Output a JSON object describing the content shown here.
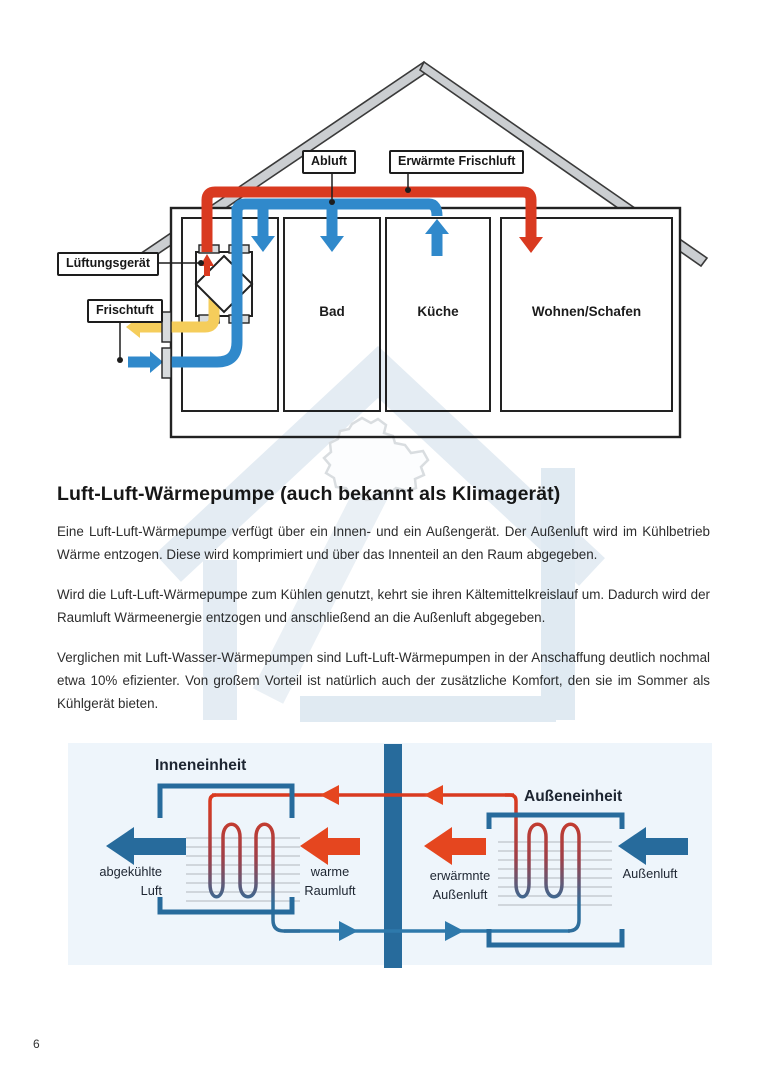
{
  "page": {
    "number": "6"
  },
  "house_diagram": {
    "callouts": {
      "abluft": "Abluft",
      "erwaermte_frischluft": "Erwärmte Frischluft",
      "lueftungsgeraet": "Lüftungsgerät",
      "frischtuft": "Frischtuft"
    },
    "rooms": [
      {
        "label": "Bad"
      },
      {
        "label": "Küche"
      },
      {
        "label": "Wohnen/Schafen"
      }
    ],
    "colors": {
      "warm_air": "#d93a20",
      "cold_air": "#3089cb",
      "exhaust_air": "#f5cd5b",
      "roof": "#cbced1"
    }
  },
  "article": {
    "heading": "Luft-Luft-Wärmepumpe (auch bekannt als Klimagerät)",
    "paragraphs": [
      "Eine Luft-Luft-Wärmepumpe verfügt über ein Innen- und ein Außengerät. Der Außenluft wird im Kühlbetrieb Wärme entzogen. Diese wird komprimiert und über das Innenteil an den Raum abgegeben.",
      "Wird die Luft-Luft-Wärmepumpe zum Kühlen genutzt, kehrt sie ihren Kältemittelkreislauf um. Dadurch wird der Raumluft Wärmeenergie entzogen und anschließend an die Außenluft abgegeben.",
      "Verglichen mit Luft-Wasser-Wärmepumpen sind Luft-Luft-Wärmepumpen in der Anschaffung deutlich nochmal etwa 10% efizienter. Von großem Vorteil ist natürlich auch der zusätzliche Komfort, den sie im Sommer als Kühlgerät bieten."
    ]
  },
  "hp_diagram": {
    "inner_unit": "Inneneinheit",
    "outer_unit": "Außeneinheit",
    "flow_labels": {
      "cooled_air": "abgekühlte\nLuft",
      "warm_room_air": "warme\nRaumluft",
      "warmed_outside_air": "erwärmnte\nAußenluft",
      "outside_air": "Außenluft"
    },
    "colors": {
      "unit_blue": "#276b9c",
      "hot_red": "#e5461f",
      "panel_bg": "#eef5fb"
    }
  }
}
